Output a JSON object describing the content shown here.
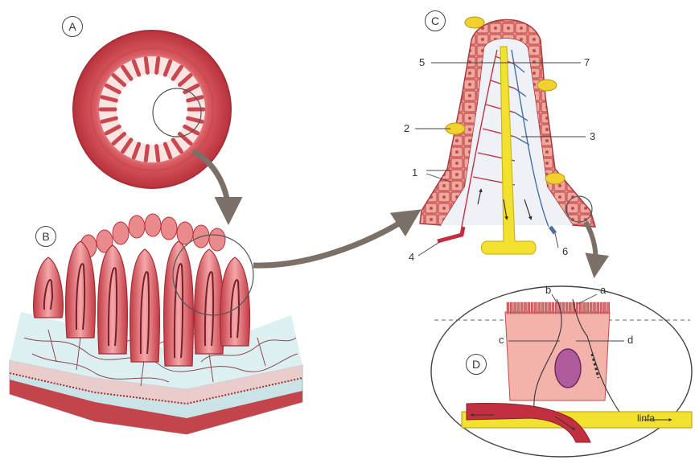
{
  "panels": {
    "a": "A",
    "b": "B",
    "c": "C",
    "d": "D"
  },
  "labels": {
    "n1": "1",
    "n2": "2",
    "n3": "3",
    "n4": "4",
    "n5": "5",
    "n6": "6",
    "n7": "7",
    "la": "a",
    "lb": "b",
    "lc": "c",
    "ld": "d",
    "linfa": "linfa"
  },
  "colors": {
    "tissue": "#d9575f",
    "tissue_dark": "#b8323c",
    "tissue_light": "#f2b3b3",
    "lacteal": "#f2e12e",
    "vein": "#4a6fa5",
    "submucosa": "#c9e3e6",
    "arrow": "#7a7068"
  }
}
